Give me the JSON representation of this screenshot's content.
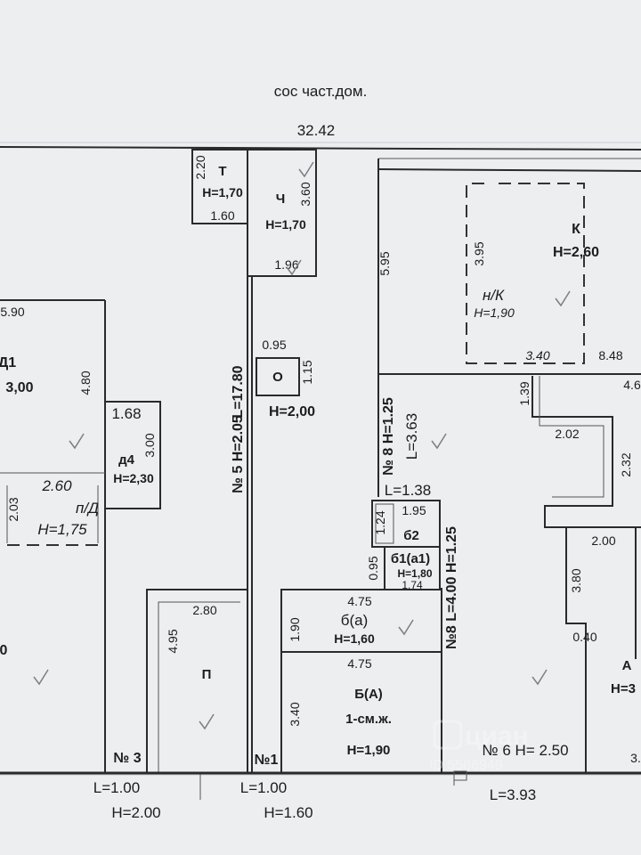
{
  "header": {
    "title": "сос част.дом.",
    "length": "32.42"
  },
  "rooms": {
    "t": {
      "name": "Т",
      "height": "Н=1,70",
      "d1": "2.20",
      "d2": "1.60"
    },
    "ch": {
      "name": "Ч",
      "height": "Н=1,70",
      "d1": "3.60",
      "d2": "1.96"
    },
    "k": {
      "name": "К",
      "height": "Н=2,60",
      "d1": "3.95",
      "d2": "3.40",
      "d3": "5.95",
      "d4": "8.48"
    },
    "nk": {
      "name": "н/К",
      "height": "Н=1,90"
    },
    "d1": {
      "name": "Д1",
      "height": "3,00",
      "d1": "5.90",
      "d2": "4.80"
    },
    "d4": {
      "name": "д4",
      "height": "Н=2,30",
      "d1": "1.68",
      "d2": "3.00"
    },
    "pd": {
      "name": "п/Д",
      "height": "Н=1,75",
      "d1": "2.60",
      "d2": "2.03"
    },
    "o": {
      "name": "О",
      "height": "Н=2,00",
      "d1": "0.95",
      "d2": "1.15"
    },
    "b2": {
      "name": "б2",
      "d1": "1.24",
      "d2": "1.95"
    },
    "b1": {
      "name": "б1(а1)",
      "height": "Н=1,80",
      "d1": "0.95",
      "d2": "1.74"
    },
    "ba": {
      "name": "б(а)",
      "height": "Н=1,60",
      "d1": "4.75",
      "d2": "1.90"
    },
    "BA": {
      "name": "Б(А)",
      "sub": "1-см.ж.",
      "height": "Н=1,90",
      "d1": "4.75",
      "d2": "3.40"
    },
    "p": {
      "name": "П",
      "d1": "2.80",
      "d2": "4.95"
    },
    "right": {
      "d1": "1.39",
      "d2": "2.02",
      "d3": "2.32",
      "d4": "2.00",
      "d5": "3.80",
      "d6": "0.40",
      "d7": "4.6",
      "d8": "3."
    },
    "a": {
      "name": "А",
      "height": "Н=3"
    }
  },
  "fences": {
    "f5": {
      "label": "№ 5 Н=2.05",
      "length": "L=17.80"
    },
    "f8a": {
      "label": "№ 8 Н=1.25",
      "length": "L=3.63",
      "extra": "L=1.38"
    },
    "f8b": {
      "label": "№8 L=4.00 Н=1.25"
    },
    "f3": {
      "label": "№ 3",
      "length": "L=1.00",
      "height": "Н=2.00"
    },
    "f1": {
      "label": "№1",
      "length": "L=1.00",
      "height": "Н=1.60"
    },
    "f6": {
      "label": "№ 6 Н= 2.50",
      "length": "L=3.93"
    }
  },
  "left_edge": {
    "d1": "0"
  },
  "watermark": {
    "brand": "циан",
    "id": "ID 5586949"
  }
}
